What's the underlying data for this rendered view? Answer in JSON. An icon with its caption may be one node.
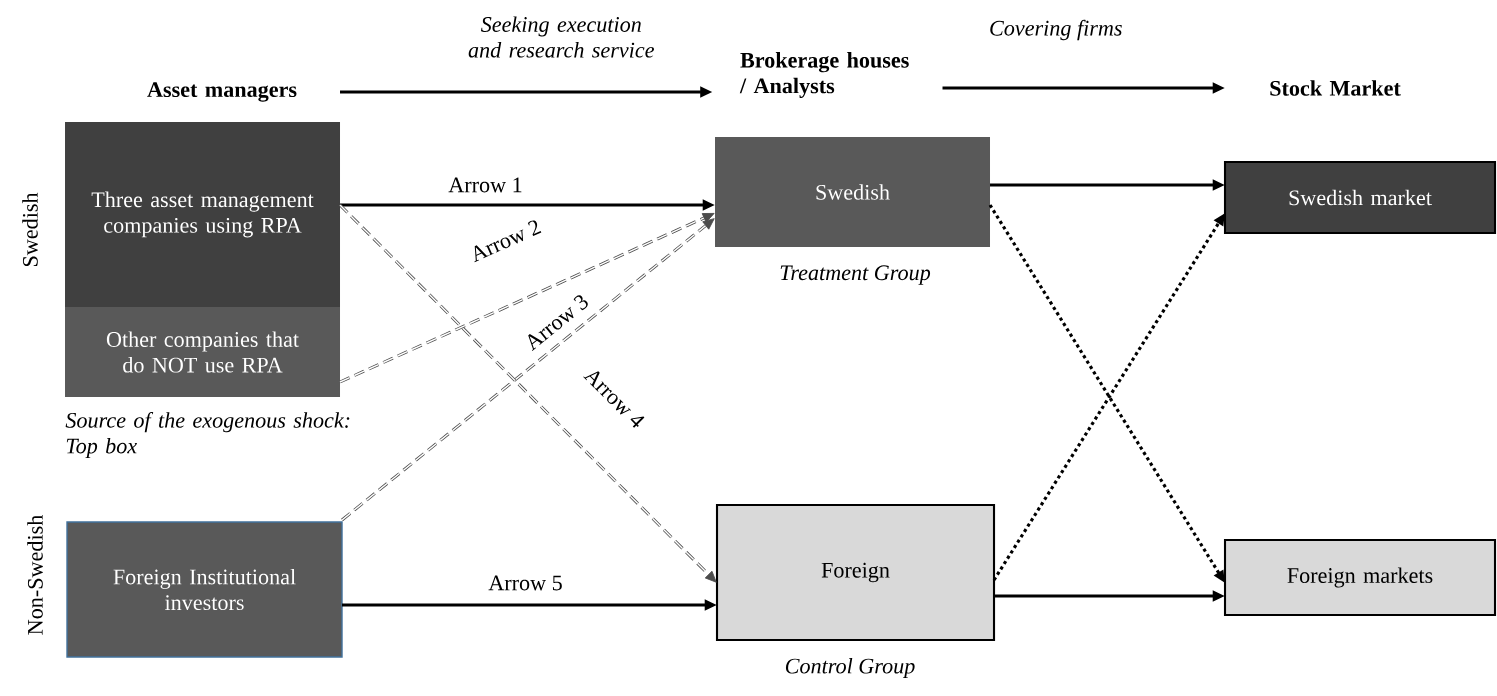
{
  "diagram": {
    "nodes": [
      {
        "text": [
          "Asset managers"
        ]
      },
      {
        "text": [
          "Brokerage houses / Analysts"
        ]
      },
      {
        "text": [
          "Stock Market"
        ]
      },
      {
        "text": [
          "Three asset management companies using RPA"
        ]
      },
      {
        "text": [
          "Other companies that do NOT use RPA"
        ]
      },
      {
        "text": [
          "Foreign Institutional investors"
        ]
      },
      {
        "text": [
          "Swedish"
        ],
        "beside": [
          "Treatment Group"
        ]
      },
      {
        "text": [
          "Foreign"
        ],
        "beside": [
          "Control Group"
        ]
      },
      {
        "text": [
          "Swedish market"
        ]
      },
      {
        "text": [
          "Foreign markets"
        ]
      }
    ],
    "edges": [
      {
        "from": 0,
        "to": 1,
        "arrow": "to",
        "label": "Seeking execution and research service"
      },
      {
        "from": 1,
        "to": 2,
        "arrow": "to",
        "label": "Covering firms"
      },
      {
        "from": 3,
        "to": 6,
        "arrow": "to",
        "label": "Arrow 1"
      },
      {
        "from": 4,
        "to": 6,
        "arrow": "to",
        "label": "Arrow 2",
        "style": "dashed"
      },
      {
        "from": 5,
        "to": 6,
        "arrow": "to",
        "label": "Arrow 3",
        "style": "dashed"
      },
      {
        "from": 3,
        "to": 7,
        "arrow": "to",
        "label": "Arrow 4",
        "style": "dashed"
      },
      {
        "from": 5,
        "to": 7,
        "arrow": "to",
        "label": "Arrow 5"
      },
      {
        "from": 6,
        "to": 8,
        "arrow": "to"
      },
      {
        "from": 6,
        "to": 9,
        "arrow": "to",
        "style": "dashed"
      },
      {
        "from": 7,
        "to": 8,
        "arrow": "to",
        "style": "dashed"
      },
      {
        "from": 7,
        "to": 9,
        "arrow": "to"
      }
    ],
    "labels": [
      "Swedish",
      "Source of the exogenous shock: Top box",
      "Non-Swedish"
    ]
  }
}
